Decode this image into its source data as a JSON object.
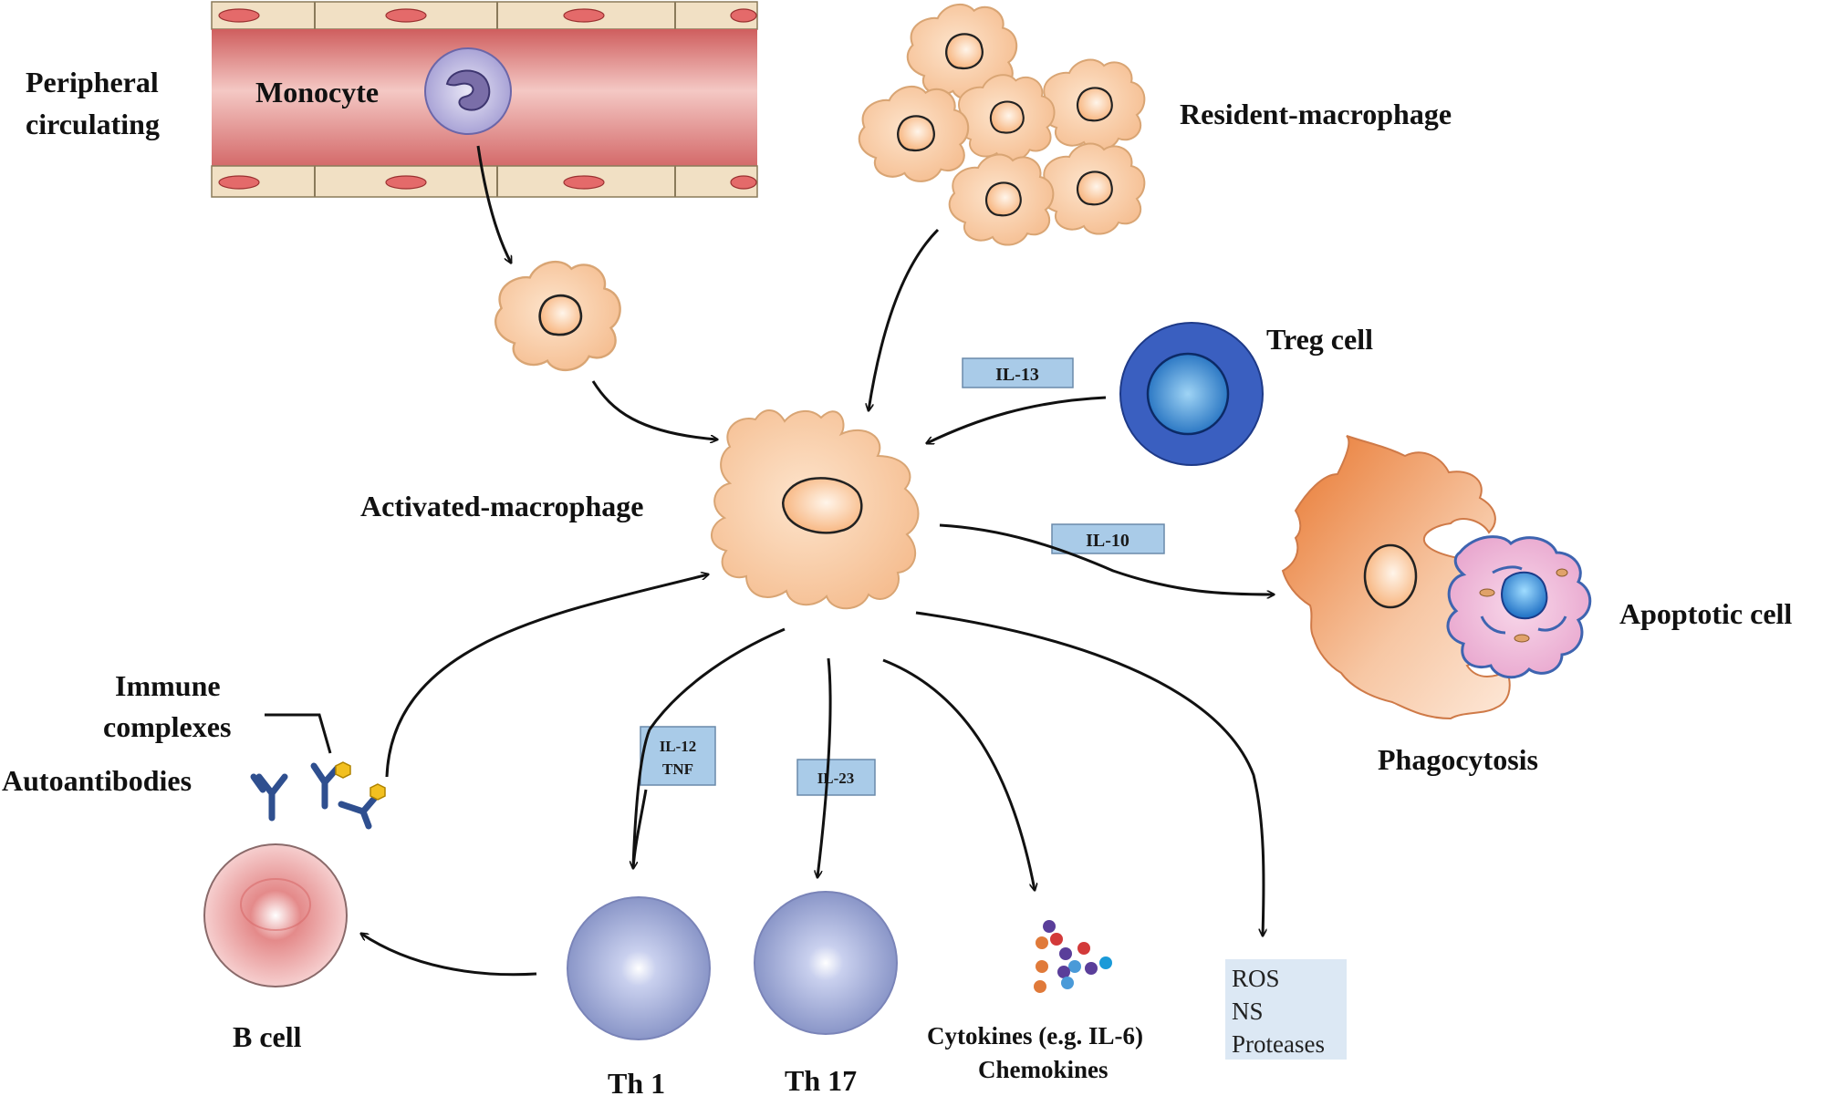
{
  "labels": {
    "peripheral_line1": "Peripheral",
    "peripheral_line2": "circulating",
    "monocyte": "Monocyte",
    "resident_macrophage": "Resident-macrophage",
    "treg_cell": "Treg cell",
    "activated_macrophage": "Activated-macrophage",
    "apoptotic_cell": "Apoptotic cell",
    "phagocytosis": "Phagocytosis",
    "immune_line1": "Immune",
    "immune_line2": "complexes",
    "autoantibodies": "Autoantibodies",
    "b_cell": "B cell",
    "th1": "Th 1",
    "th17": "Th 17",
    "cytokines_line1": "Cytokines (e.g. IL-6)",
    "cytokines_line2": "Chemokines"
  },
  "cytokine_boxes": {
    "il13": "IL-13",
    "il10": "IL-10",
    "il12_line1": "IL-12",
    "il12_line2": "TNF",
    "il23": "IL-23"
  },
  "products_box": {
    "line1": "ROS",
    "line2": "NS",
    "line3": "Proteases"
  },
  "colors": {
    "macrophage_fill": "#f8c9a0",
    "macrophage_stroke": "#d8a070",
    "vessel_red": "#e07a7a",
    "treg_blue": "#3a5fc0",
    "th_cell": "#9aa6d4",
    "b_cell": "#e89090",
    "box_fill": "#a9cbe8",
    "antibody": "#2f4f8f",
    "antigen": "#f2c020"
  }
}
